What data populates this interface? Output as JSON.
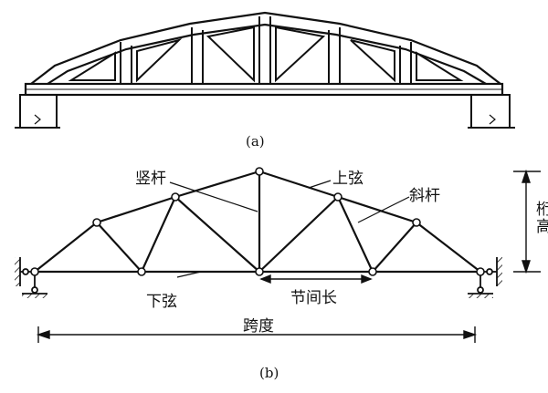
{
  "figure_a": {
    "caption": "(a)"
  },
  "figure_b": {
    "caption": "(b)",
    "labels": {
      "vertical_member": "竖杆",
      "top_chord": "上弦",
      "diagonal_member": "斜杆",
      "truss_height": "桁高",
      "bottom_chord": "下弦",
      "panel_length": "节间长",
      "span": "跨度"
    }
  },
  "colors": {
    "ink": "#111111",
    "paper": "#ffffff"
  }
}
